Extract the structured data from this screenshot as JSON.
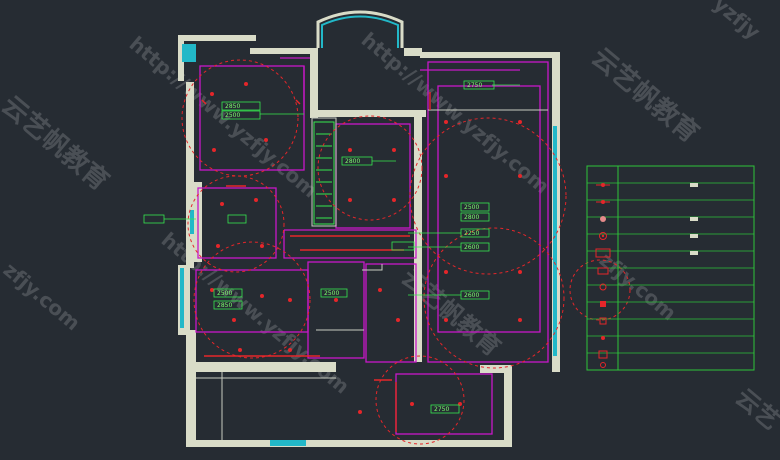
{
  "watermark": {
    "brand": "云艺帆教育",
    "url": "http://www.yzfjy.com",
    "fragments": [
      "yzfjy",
      "zfjy.com",
      "云艺帆教育",
      "云艺"
    ]
  },
  "ceiling_levels": [
    "2850",
    "2500",
    "2800",
    "2750",
    "2500",
    "2800",
    "2250",
    "2600",
    "2600",
    "2500",
    "2850",
    "2500",
    "2750"
  ],
  "legend": {
    "rows": 12
  },
  "colors": {
    "background": "#262c33",
    "wall": "#d9dcc8",
    "partition": "#c818c8",
    "fixture": "#e5262a",
    "level": "#36e84e",
    "legend_line": "#2ec33a",
    "window": "#22b8c8"
  }
}
